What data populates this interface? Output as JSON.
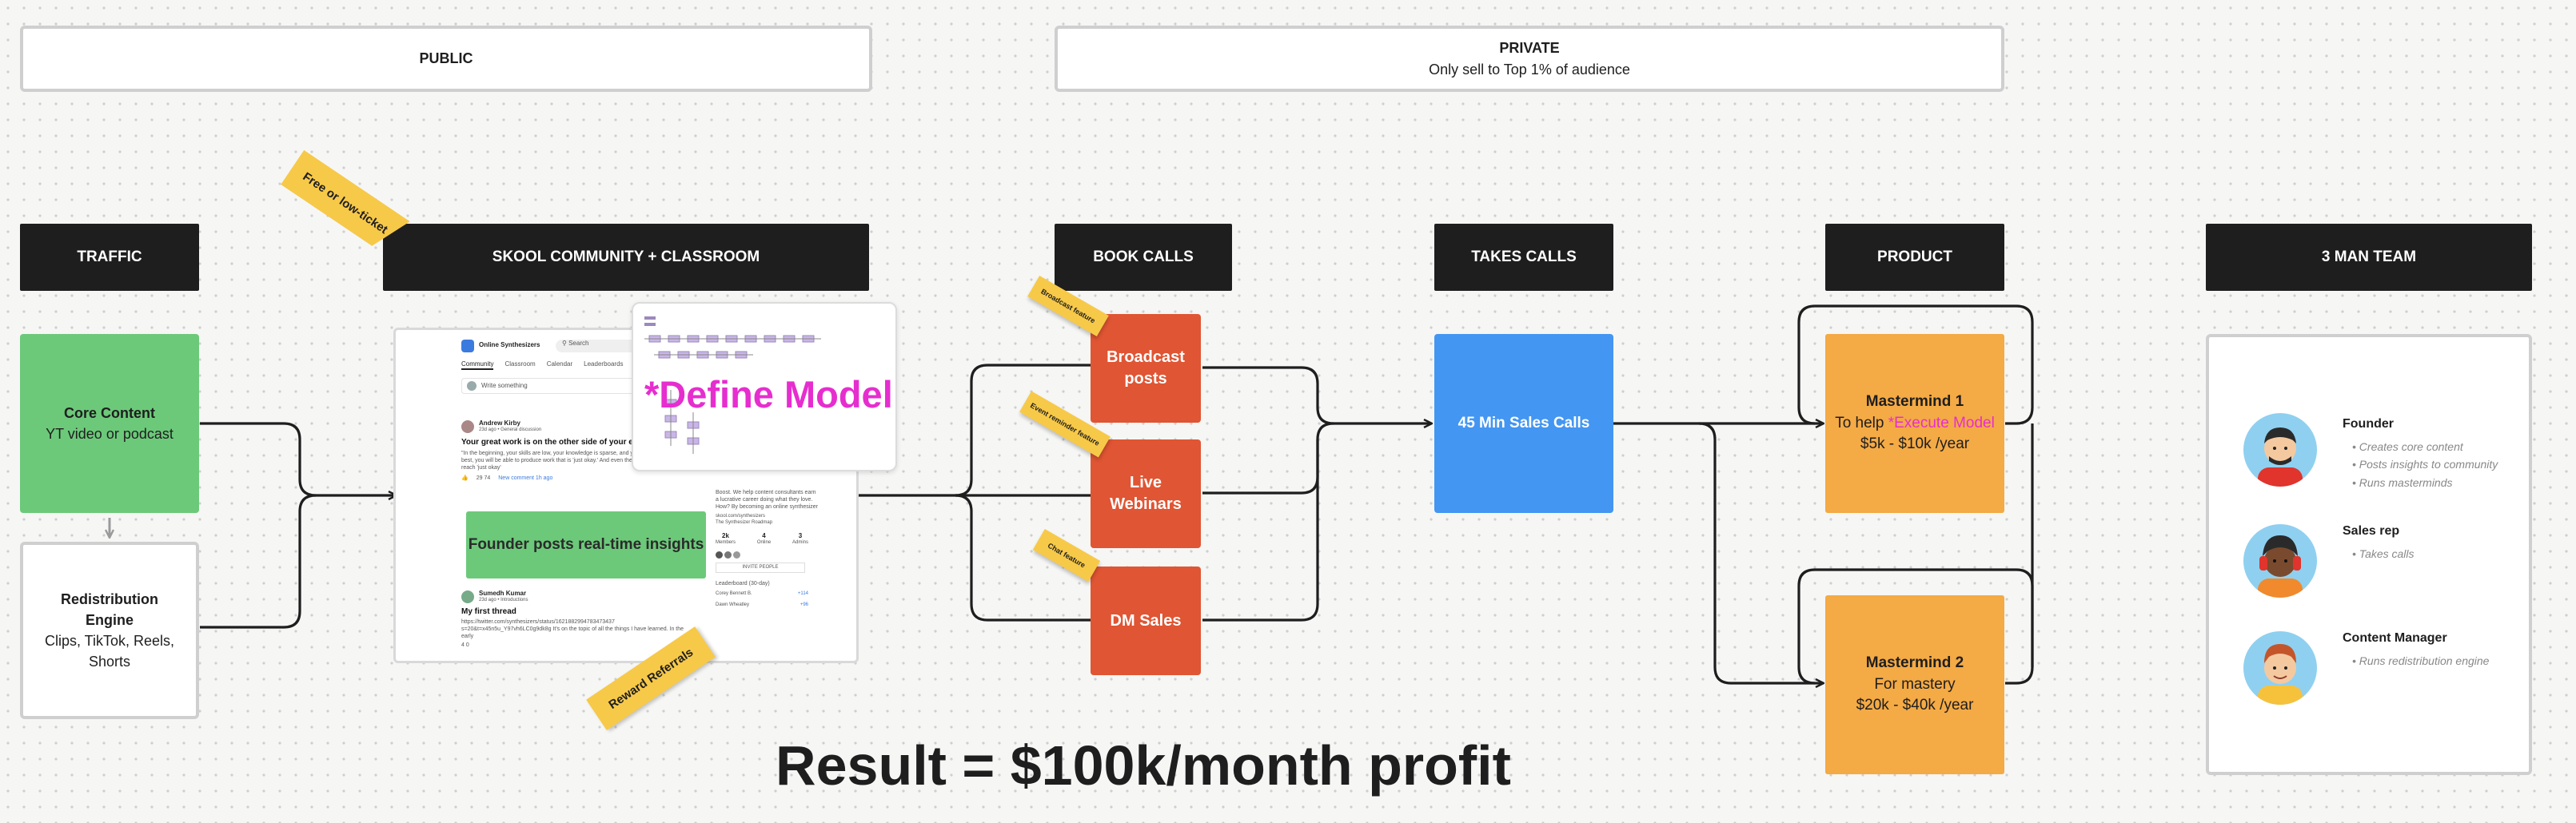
{
  "header_boxes": {
    "public": "PUBLIC",
    "private_title": "PRIVATE",
    "private_sub": "Only sell to Top 1% of audience"
  },
  "columns": {
    "traffic": "TRAFFIC",
    "skool": "SKOOL COMMUNITY + CLASSROOM",
    "book_calls": "BOOK CALLS",
    "takes_calls": "TAKES CALLS",
    "product": "PRODUCT",
    "team": "3 MAN TEAM"
  },
  "traffic": {
    "core_title": "Core Content",
    "core_sub": "YT video or podcast",
    "redis_title": "Redistribution Engine",
    "redis_sub": "Clips, TikTok, Reels, Shorts"
  },
  "stickies": {
    "free": "Free or low-ticket",
    "broadcast": "Broadcast feature",
    "event": "Event reminder feature",
    "chat": "Chat feature",
    "reward": "Reward Referrals"
  },
  "skool": {
    "group_name": "Online Synthesizers",
    "search": "Search",
    "tabs": [
      "Community",
      "Classroom",
      "Calendar",
      "Leaderboards"
    ],
    "write": "Write something",
    "post1_author": "Andrew Kirby",
    "post1_meta": "23d ago • General discussion",
    "post1_title": "Your great work is on the other side of your early work",
    "post1_body": "\"In the beginning, your skills are low, your knowledge is sparse, and you have experience. At best, you will be able to produce work that is 'just okay.' And even then, you'll likely manage to reach 'just okay'",
    "post1_stats": "29   74",
    "post1_new": "New comment 1h ago",
    "founder_posts": "Founder posts real-time insights",
    "post2_author": "Sumedh Kumar",
    "post2_meta": "23d ago • Introductions",
    "post2_title": "My first thread",
    "post2_body": "https://twitter.com/synthesizers/status/1621882994783473437 s=20&t=x45n5u_Y97vh6LC0g9dk8g It's on the topic of all the things I have learned. In the early",
    "post2_stats": "4   0",
    "define_model": "*Define Model",
    "side_text": "Boost. We help content consultants earn a lucrative career doing what they love. How? By becoming an online synthesizer",
    "side_link": "skool.com/synthesizers",
    "side_roadmap": "The Synthesizer Roadmap",
    "stat_members_val": "2k",
    "stat_members_lbl": "Members",
    "stat_online_val": "4",
    "stat_online_lbl": "Online",
    "stat_admins_val": "3",
    "stat_admins_lbl": "Admins",
    "invite": "INVITE PEOPLE",
    "leaderboard": "Leaderboard (30-day)",
    "lb1": "Corey Bennett B.",
    "lb1_pts": "+114",
    "lb2": "Dawn Wheatley",
    "lb2_pts": "+96"
  },
  "book_calls": {
    "broadcast": "Broadcast posts",
    "webinars": "Live Webinars",
    "dm": "DM Sales"
  },
  "takes_calls": {
    "label": "45 Min Sales Calls"
  },
  "product": {
    "mm1_title": "Mastermind 1",
    "mm1_line_prefix": "To help ",
    "mm1_line_highlight": "*Execute Model",
    "mm1_price": "$5k - $10k /year",
    "mm2_title": "Mastermind 2",
    "mm2_line": "For mastery",
    "mm2_price": "$20k - $40k /year"
  },
  "team": {
    "founder_name": "Founder",
    "founder_bullets": [
      "Creates core content",
      "Posts insights to community",
      "Runs masterminds"
    ],
    "sales_name": "Sales rep",
    "sales_bullets": [
      "Takes calls"
    ],
    "content_name": "Content Manager",
    "content_bullets": [
      "Runs redistribution engine"
    ]
  },
  "result": "Result = $100k/month profit",
  "colors": {
    "green": "#6cc97a",
    "orange": "#e05533",
    "blue": "#4396f2",
    "amber": "#f4aa45",
    "magenta": "#e62ecf",
    "dark": "#1e1e1e",
    "sticky": "#f7c948"
  }
}
